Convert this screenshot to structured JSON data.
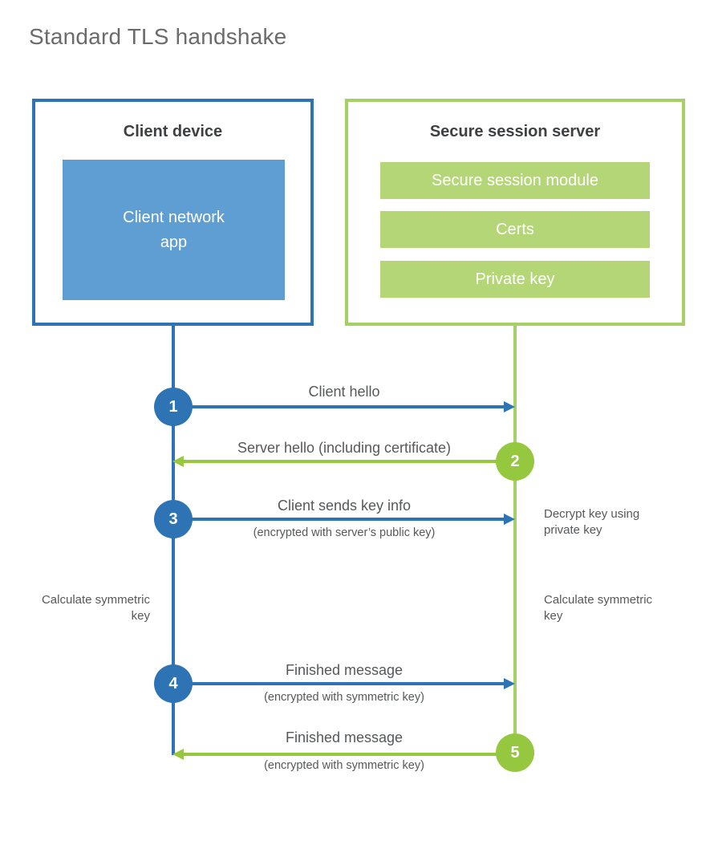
{
  "title": "Standard TLS handshake",
  "colors": {
    "blue": "#2e74b5",
    "blue_fill": "#5f9ed2",
    "green_accent": "#95c83e",
    "green_border": "#a5d065",
    "green_fill": "#b4d677",
    "heading_text": "#3f4041",
    "label_text": "#56585a",
    "title_text": "#6a6b6c"
  },
  "client": {
    "title": "Client device",
    "app_label": "Client network app"
  },
  "server": {
    "title": "Secure session server",
    "modules": [
      "Secure session module",
      "Certs",
      "Private key"
    ]
  },
  "steps": [
    {
      "num": "1",
      "label": "Client hello",
      "sub": "",
      "direction": "client-to-server",
      "color": "blue"
    },
    {
      "num": "2",
      "label": "Server hello (including certificate)",
      "sub": "",
      "direction": "server-to-client",
      "color": "green"
    },
    {
      "num": "3",
      "label": "Client sends key info",
      "sub": "(encrypted with server’s public key)",
      "direction": "client-to-server",
      "color": "blue"
    },
    {
      "num": "4",
      "label": "Finished message",
      "sub": "(encrypted with symmetric key)",
      "direction": "client-to-server",
      "color": "blue"
    },
    {
      "num": "5",
      "label": "Finished message",
      "sub": "(encrypted with symmetric key)",
      "direction": "server-to-client",
      "color": "green"
    }
  ],
  "notes": {
    "decrypt": "Decrypt key using private key",
    "calc_left": "Calculate symmetric key",
    "calc_right": "Calculate symmetric key"
  }
}
